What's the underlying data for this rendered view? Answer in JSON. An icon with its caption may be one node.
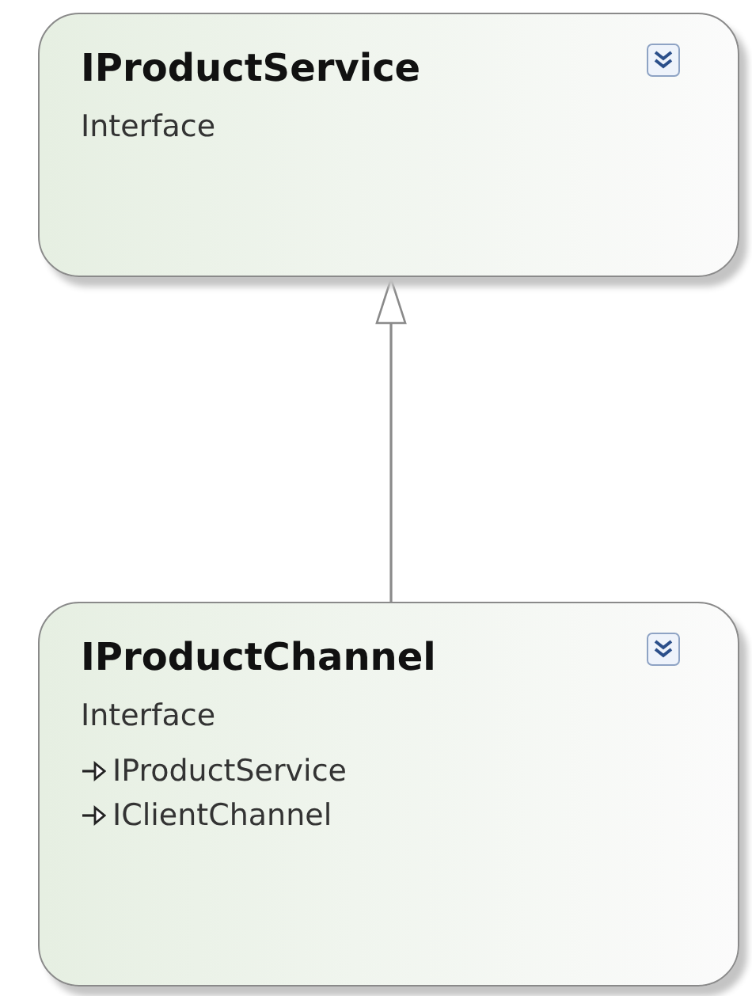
{
  "diagram": {
    "nodes": [
      {
        "text": [
          "IProductService",
          "Interface"
        ]
      },
      {
        "text": [
          "IProductChannel",
          "Interface",
          "IProductService",
          "IClientChannel"
        ]
      }
    ],
    "edges": [
      {
        "from": 1,
        "to": 0,
        "arrow": "to"
      }
    ]
  }
}
